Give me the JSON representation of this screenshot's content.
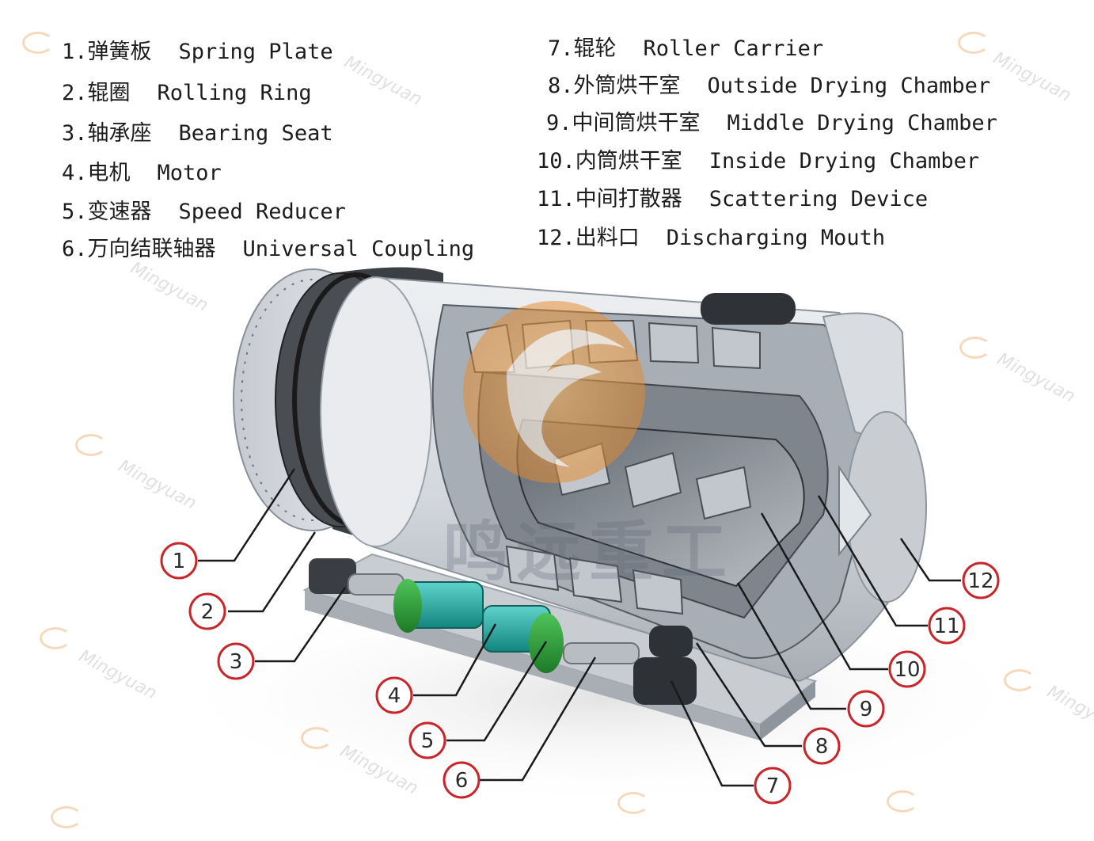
{
  "legend_left": [
    {
      "num": "1.",
      "zh": "弹簧板",
      "en": "Spring Plate"
    },
    {
      "num": "2.",
      "zh": "辊圈",
      "en": "Rolling Ring"
    },
    {
      "num": "3.",
      "zh": "轴承座",
      "en": "Bearing Seat"
    },
    {
      "num": "4.",
      "zh": "电机",
      "en": "Motor"
    },
    {
      "num": "5.",
      "zh": "变速器",
      "en": "Speed Reducer"
    },
    {
      "num": "6.",
      "zh": "万向结联轴器",
      "en": "Universal Coupling"
    }
  ],
  "legend_right": [
    {
      "num": "7.",
      "zh": "辊轮",
      "en": "Roller Carrier"
    },
    {
      "num": "8.",
      "zh": "外筒烘干室",
      "en": "Outside Drying Chamber"
    },
    {
      "num": "9.",
      "zh": "中间筒烘干室",
      "en": "Middle Drying Chamber"
    },
    {
      "num": "10.",
      "zh": "内筒烘干室",
      "en": "Inside Drying Chamber"
    },
    {
      "num": "11.",
      "zh": "中间打散器",
      "en": "Scattering Device"
    },
    {
      "num": "12.",
      "zh": "出料口",
      "en": "Discharging Mouth"
    }
  ],
  "callouts": [
    "1",
    "2",
    "3",
    "4",
    "5",
    "6",
    "7",
    "8",
    "9",
    "10",
    "11",
    "12"
  ],
  "center_brand": "鸣远重工",
  "watermark": "Mingyuan",
  "colors": {
    "shell": "#d5d9de",
    "shell_dark": "#9aa1a8",
    "ring": "#3a3a3a",
    "motor": "#1fb0a8",
    "reducer": "#2c9a3c",
    "callout": "#c8262b",
    "leader": "#1a1a1a",
    "logo_orange": "#f0a24a"
  }
}
